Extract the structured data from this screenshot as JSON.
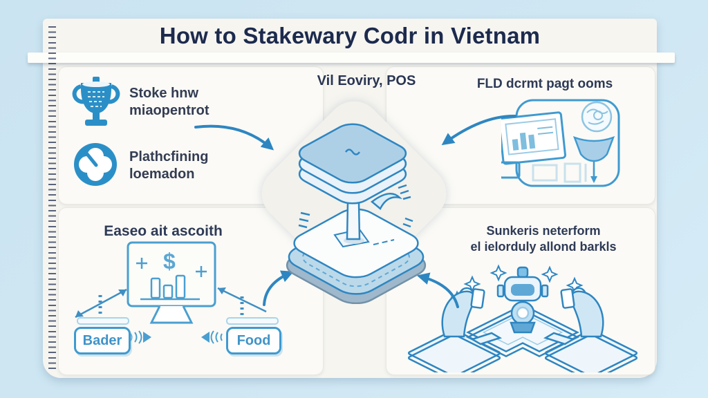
{
  "title": "How to Stakewary Codr in Vietnam",
  "center": {
    "label": "Vil Eoviry, POS",
    "illustration": "isometric-stacked-platforms"
  },
  "panels": {
    "top_left": {
      "items": [
        {
          "icon": "trophy-icon",
          "line1": "Stoke hnw",
          "line2": "miaopentrot"
        },
        {
          "icon": "clock-flower-icon",
          "line1": "Plathcfining",
          "line2": "loemadon"
        }
      ]
    },
    "top_right": {
      "heading": "FLD dcrmt pagt ooms",
      "illustration": "monitor-globe-funnel"
    },
    "bottom_left": {
      "heading": "Easeo ait ascoith",
      "illustration": "dollar-chart-monitor",
      "buttons": [
        {
          "label": "Bader"
        },
        {
          "label": "Food"
        }
      ]
    },
    "bottom_right": {
      "heading_line1": "Sunkeris neterform",
      "heading_line2": "el ielorduly allond barkls",
      "illustration": "figures-on-podiums"
    }
  },
  "colors": {
    "background": "#cde6f2",
    "card": "#f6f5f0",
    "title_text": "#1c2a4d",
    "body_text": "#333c52",
    "accent_blue": "#2e86c1",
    "icon_blue": "#2b8fc7",
    "light_fill": "#aed0e6"
  }
}
